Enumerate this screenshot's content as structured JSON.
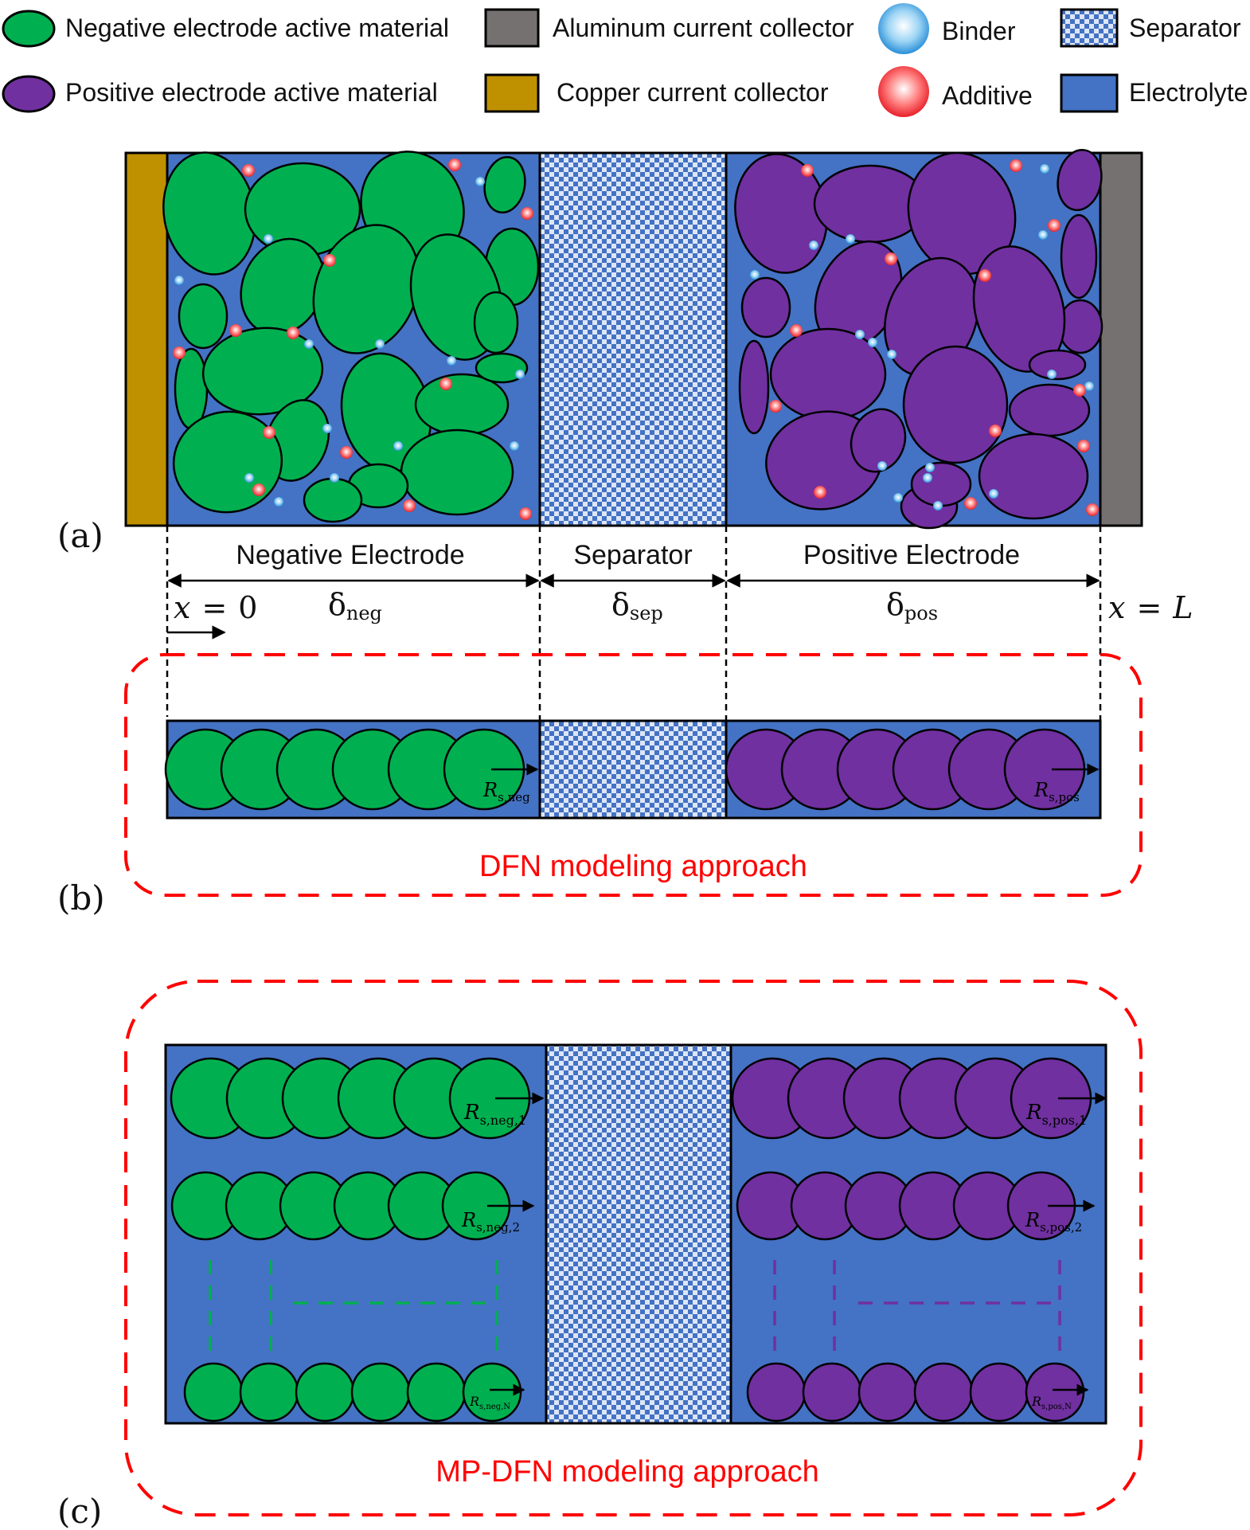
{
  "legend": {
    "negative_active": "Negative electrode active material",
    "positive_active": "Positive electrode active material",
    "aluminum_collector": "Aluminum current collector",
    "copper_collector": "Copper current collector",
    "binder": "Binder",
    "additive": "Additive",
    "separator": "Separator",
    "electrolyte": "Electrolyte"
  },
  "panels": {
    "a": "(a)",
    "b": "(b)",
    "c": "(c)"
  },
  "regions": {
    "negative_electrode": "Negative Electrode",
    "separator": "Separator",
    "positive_electrode": "Positive Electrode"
  },
  "symbols": {
    "delta": "δ",
    "neg": "neg",
    "sep": "sep",
    "pos": "pos",
    "x": "x",
    "zero": "0",
    "eq": "=",
    "L": "L",
    "R": "R"
  },
  "radius_subscripts": {
    "dfn_neg": "s,neg",
    "dfn_pos": "s,pos",
    "mp_neg": [
      "s,neg,1",
      "s,neg,2",
      "s,neg,N"
    ],
    "mp_pos": [
      "s,pos,1",
      "s,pos,2",
      "s,pos,N"
    ]
  },
  "approaches": {
    "dfn": "DFN modeling approach",
    "mpdfn": "MP-DFN modeling approach"
  },
  "colors": {
    "negative_active": "#00b050",
    "positive_active": "#7030a0",
    "electrolyte": "#4472c4",
    "copper": "#bf9000",
    "aluminum": "#767171",
    "separator_light": "#dde6f7",
    "separator_dark": "#4472c4",
    "binder": "#9dd5f5",
    "additive": "#ff6b6b",
    "approach_box": "#ff0000",
    "outline": "#000000"
  }
}
